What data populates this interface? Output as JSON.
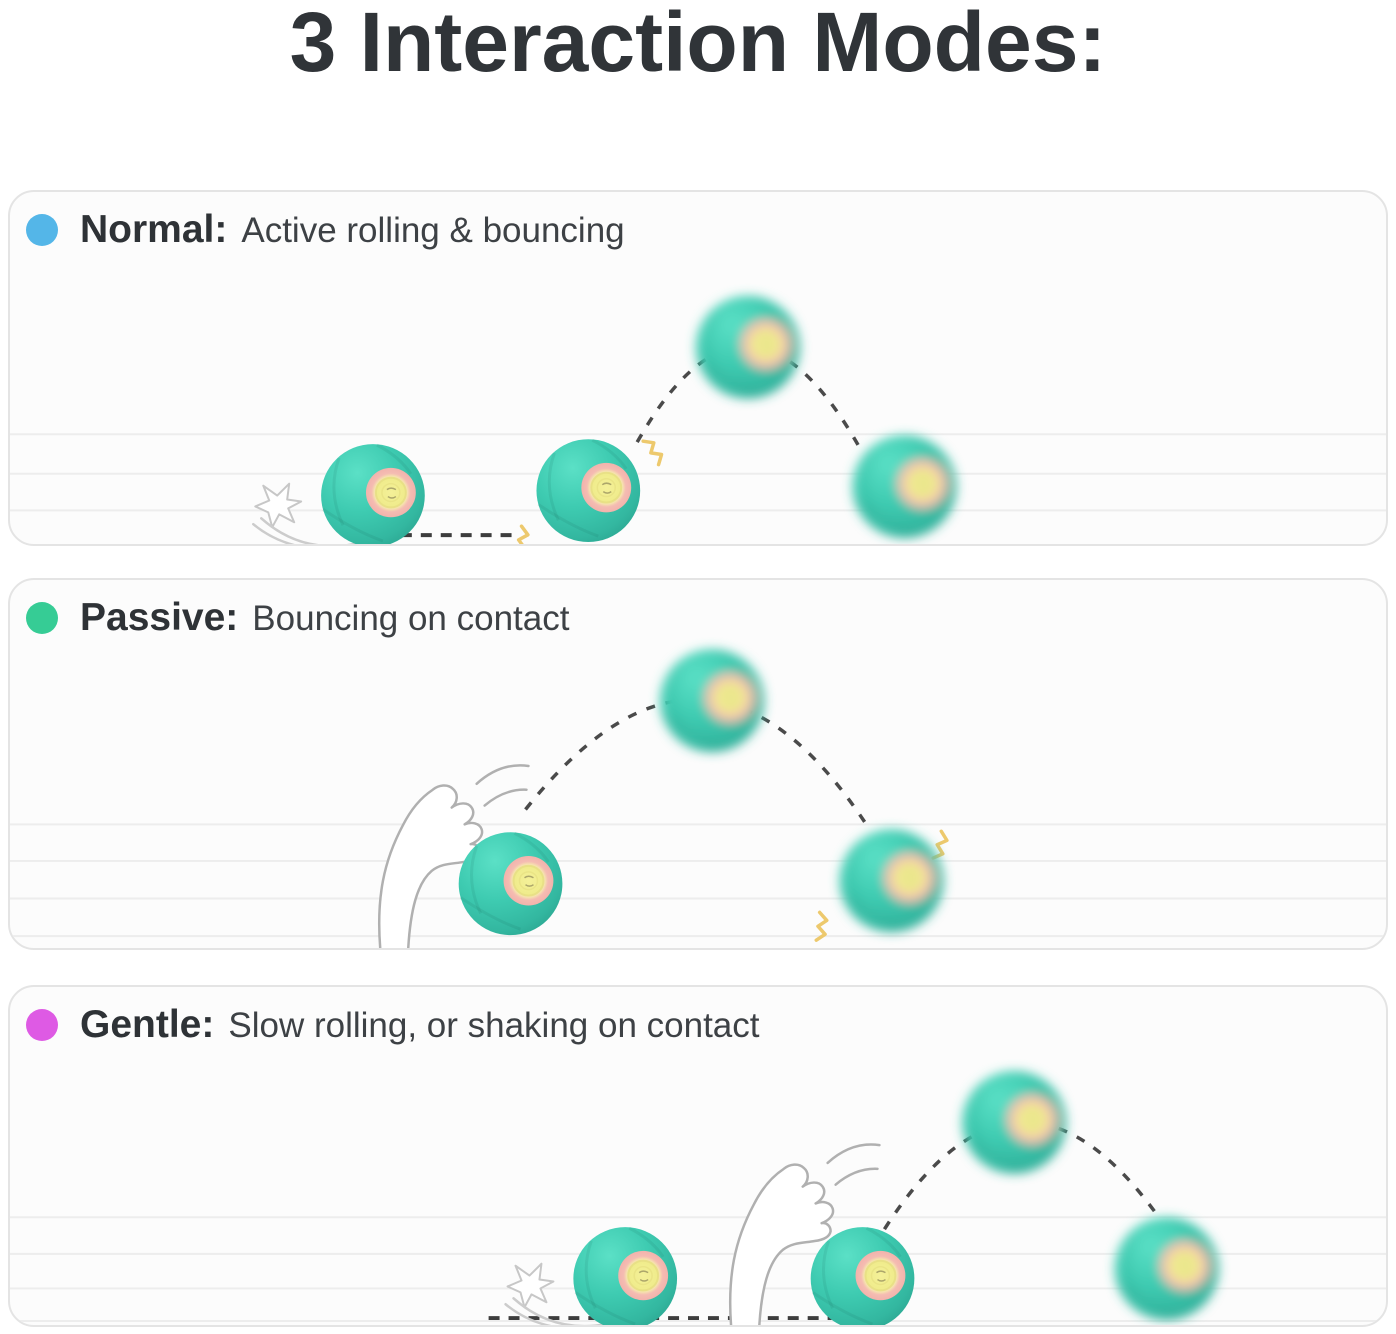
{
  "page": {
    "title": "3 Interaction Modes:"
  },
  "modes": [
    {
      "name": "Normal",
      "label": "Normal:",
      "description": "Active rolling & bouncing",
      "dot_color": "#54b6e8"
    },
    {
      "name": "Passive",
      "label": "Passive:",
      "description": "Bouncing on contact",
      "dot_color": "#36cc95"
    },
    {
      "name": "Gentle",
      "label": "Gentle:",
      "description": "Slow rolling, or shaking on contact",
      "dot_color": "#de5ae4"
    }
  ],
  "colors": {
    "title_text": "#303438",
    "ball_teal": "#3ecbb1",
    "ball_ring_pink": "#f4b7b0",
    "ball_center_yellow": "#f0ec8c",
    "trajectory_dash": "#4a4a4a",
    "floor_line": "#ededed",
    "zigzag_yellow": "#edc96d",
    "card_border": "#e4e4e4",
    "card_background": "#fcfcfc"
  }
}
